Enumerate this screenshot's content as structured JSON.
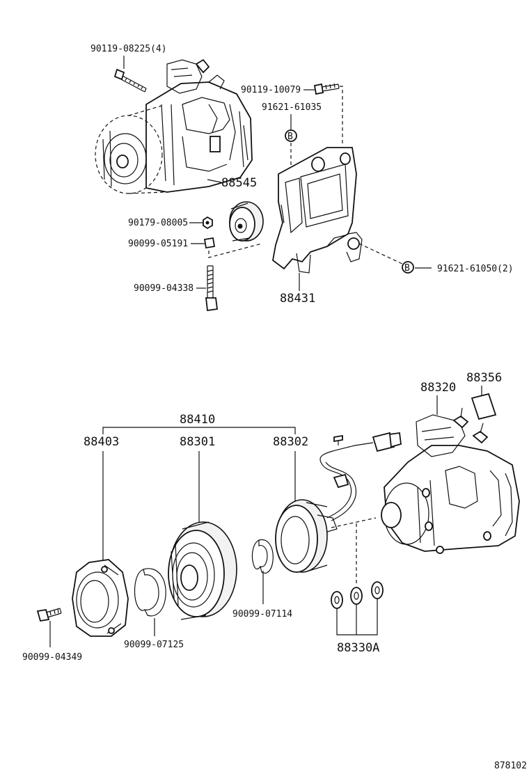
{
  "labels": {
    "bolt_top": "90119-08225(4)",
    "bolt_bracket": "90119-10079",
    "pin_top": "91621-61035",
    "label_88545": "88545",
    "nut_1": "90179-08005",
    "washer_1": "90099-05191",
    "bolt_idler": "90099-04338",
    "bracket": "88431",
    "pin_side": "91621-61050(2)",
    "label_88356": "88356",
    "compressor": "88320",
    "clutch_assy": "88410",
    "hub": "88403",
    "pulley": "88301",
    "stator": "88302",
    "snap_ring_1": "90099-07114",
    "snap_ring_2": "90099-07125",
    "bolt_hub": "90099-04349",
    "shims": "88330A",
    "code": "878102",
    "pin_marker": "B"
  }
}
